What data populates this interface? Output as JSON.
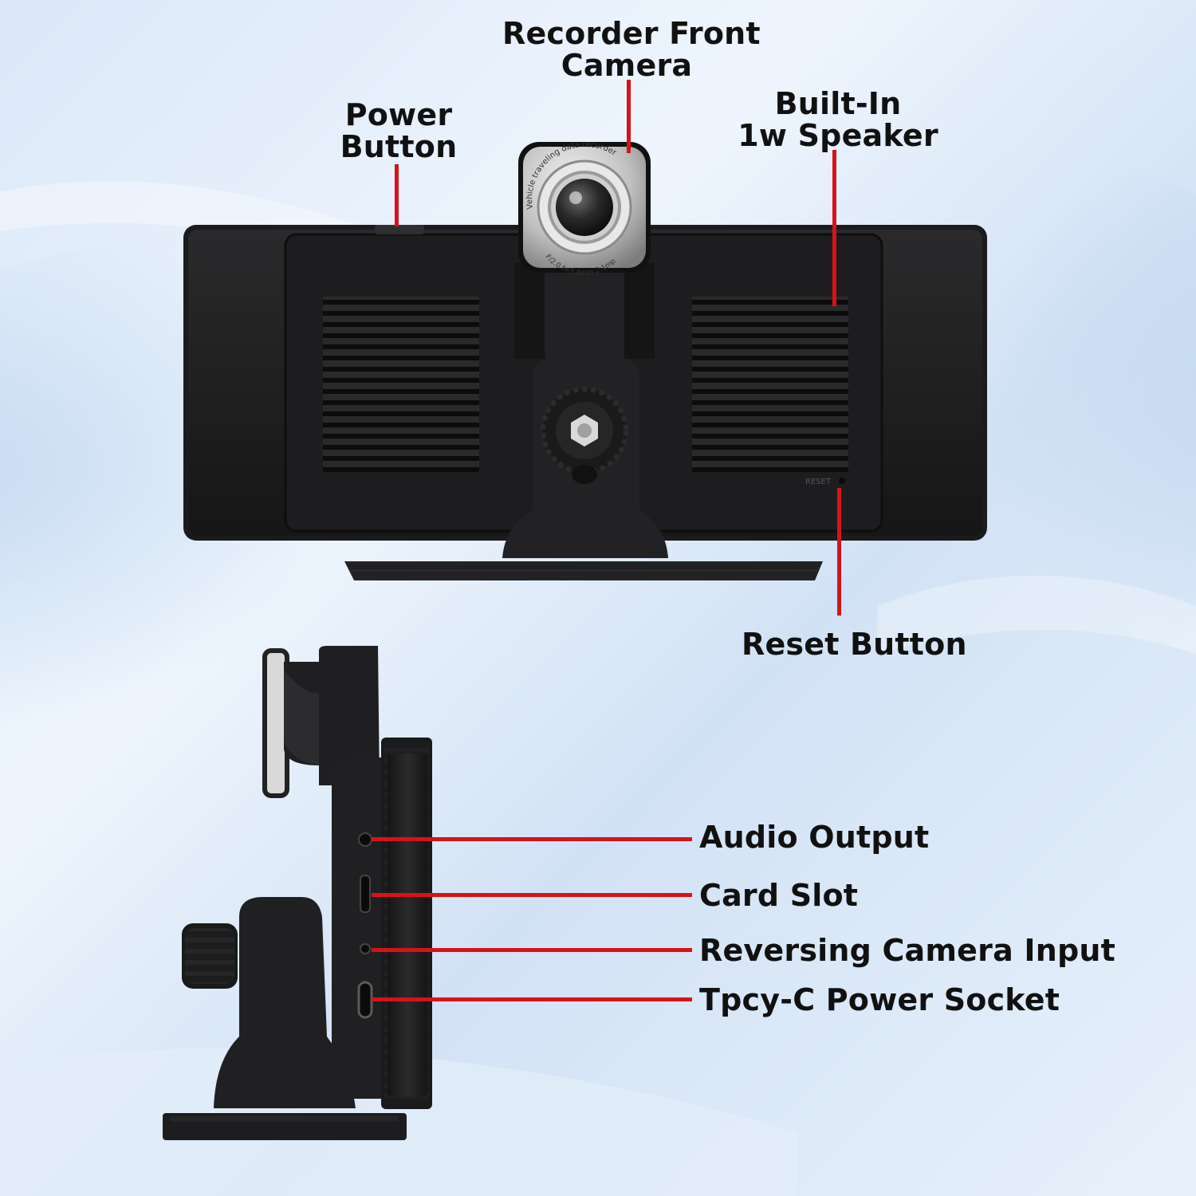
{
  "labels": {
    "recorder_front_camera": [
      "Recorder Front",
      "Camera"
    ],
    "power_button": [
      "Power",
      "Button"
    ],
    "builtin_speaker": [
      "Built-In",
      "1w Speaker"
    ],
    "reset_button": "Reset Button",
    "audio_output": "Audio Output",
    "card_slot": "Card Slot",
    "reversing_camera_input": "Reversing Camera Input",
    "typec_power_socket": "Tpcy-C Power Socket"
  },
  "device_markings": {
    "camera_ring_text": "Vehicle traveling data recorder",
    "camera_lens_spec": "F/2.0 f=2.4mm 2.1mp",
    "reset_mark": "RESET"
  },
  "colors": {
    "leader_line": "#d4141a",
    "background_light": "#e9f2fc",
    "background_mid": "#c8dcf3",
    "device_body": "#1d1d1f",
    "label_text": "#111111"
  }
}
